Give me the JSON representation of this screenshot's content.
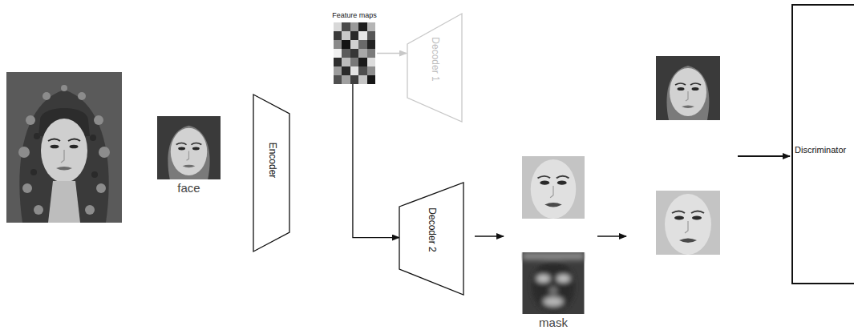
{
  "diagram": {
    "nodes": [
      {
        "text": [
          "face"
        ]
      },
      {
        "text": [
          "Encoder"
        ]
      },
      {
        "text": [
          "Feature maps"
        ]
      },
      {
        "text": [
          "Decoder 1"
        ]
      },
      {
        "text": [
          "Decoder 2"
        ]
      },
      {
        "text": [
          "mask"
        ]
      },
      {
        "text": [
          "Discriminator"
        ]
      }
    ],
    "edges": [
      {
        "from": 2,
        "to": 3,
        "arrow": "to"
      },
      {
        "from": 2,
        "to": 4,
        "arrow": "to"
      }
    ]
  }
}
